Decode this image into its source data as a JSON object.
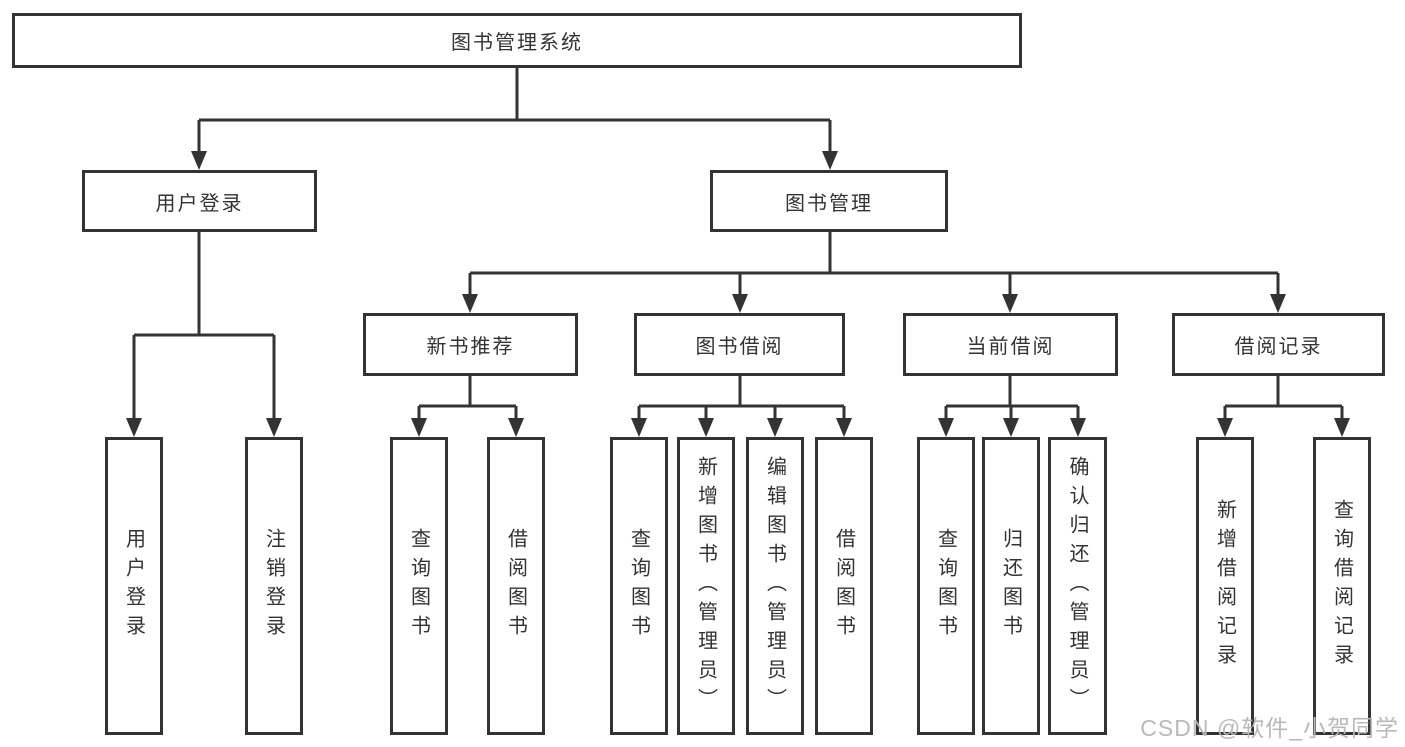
{
  "tree": {
    "label": "图书管理系统",
    "children": [
      {
        "label": "用户登录",
        "children": [
          {
            "label": "用户登录"
          },
          {
            "label": "注销登录"
          }
        ]
      },
      {
        "label": "图书管理",
        "children": [
          {
            "label": "新书推荐",
            "children": [
              {
                "label": "查询图书"
              },
              {
                "label": "借阅图书"
              }
            ]
          },
          {
            "label": "图书借阅",
            "children": [
              {
                "label": "查询图书"
              },
              {
                "label": "新增图书（管理员）"
              },
              {
                "label": "编辑图书（管理员）"
              },
              {
                "label": "借阅图书"
              }
            ]
          },
          {
            "label": "当前借阅",
            "children": [
              {
                "label": "查询图书"
              },
              {
                "label": "归还图书"
              },
              {
                "label": "确认归还（管理员）"
              }
            ]
          },
          {
            "label": "借阅记录",
            "children": [
              {
                "label": "新增借阅记录"
              },
              {
                "label": "查询借阅记录"
              }
            ]
          }
        ]
      }
    ]
  },
  "watermark": "CSDN @软件_小贺同学",
  "colors": {
    "line": "#333333",
    "box_border": "#333333",
    "text": "#333333",
    "watermark": "#b9b9b9",
    "background": "#ffffff"
  }
}
